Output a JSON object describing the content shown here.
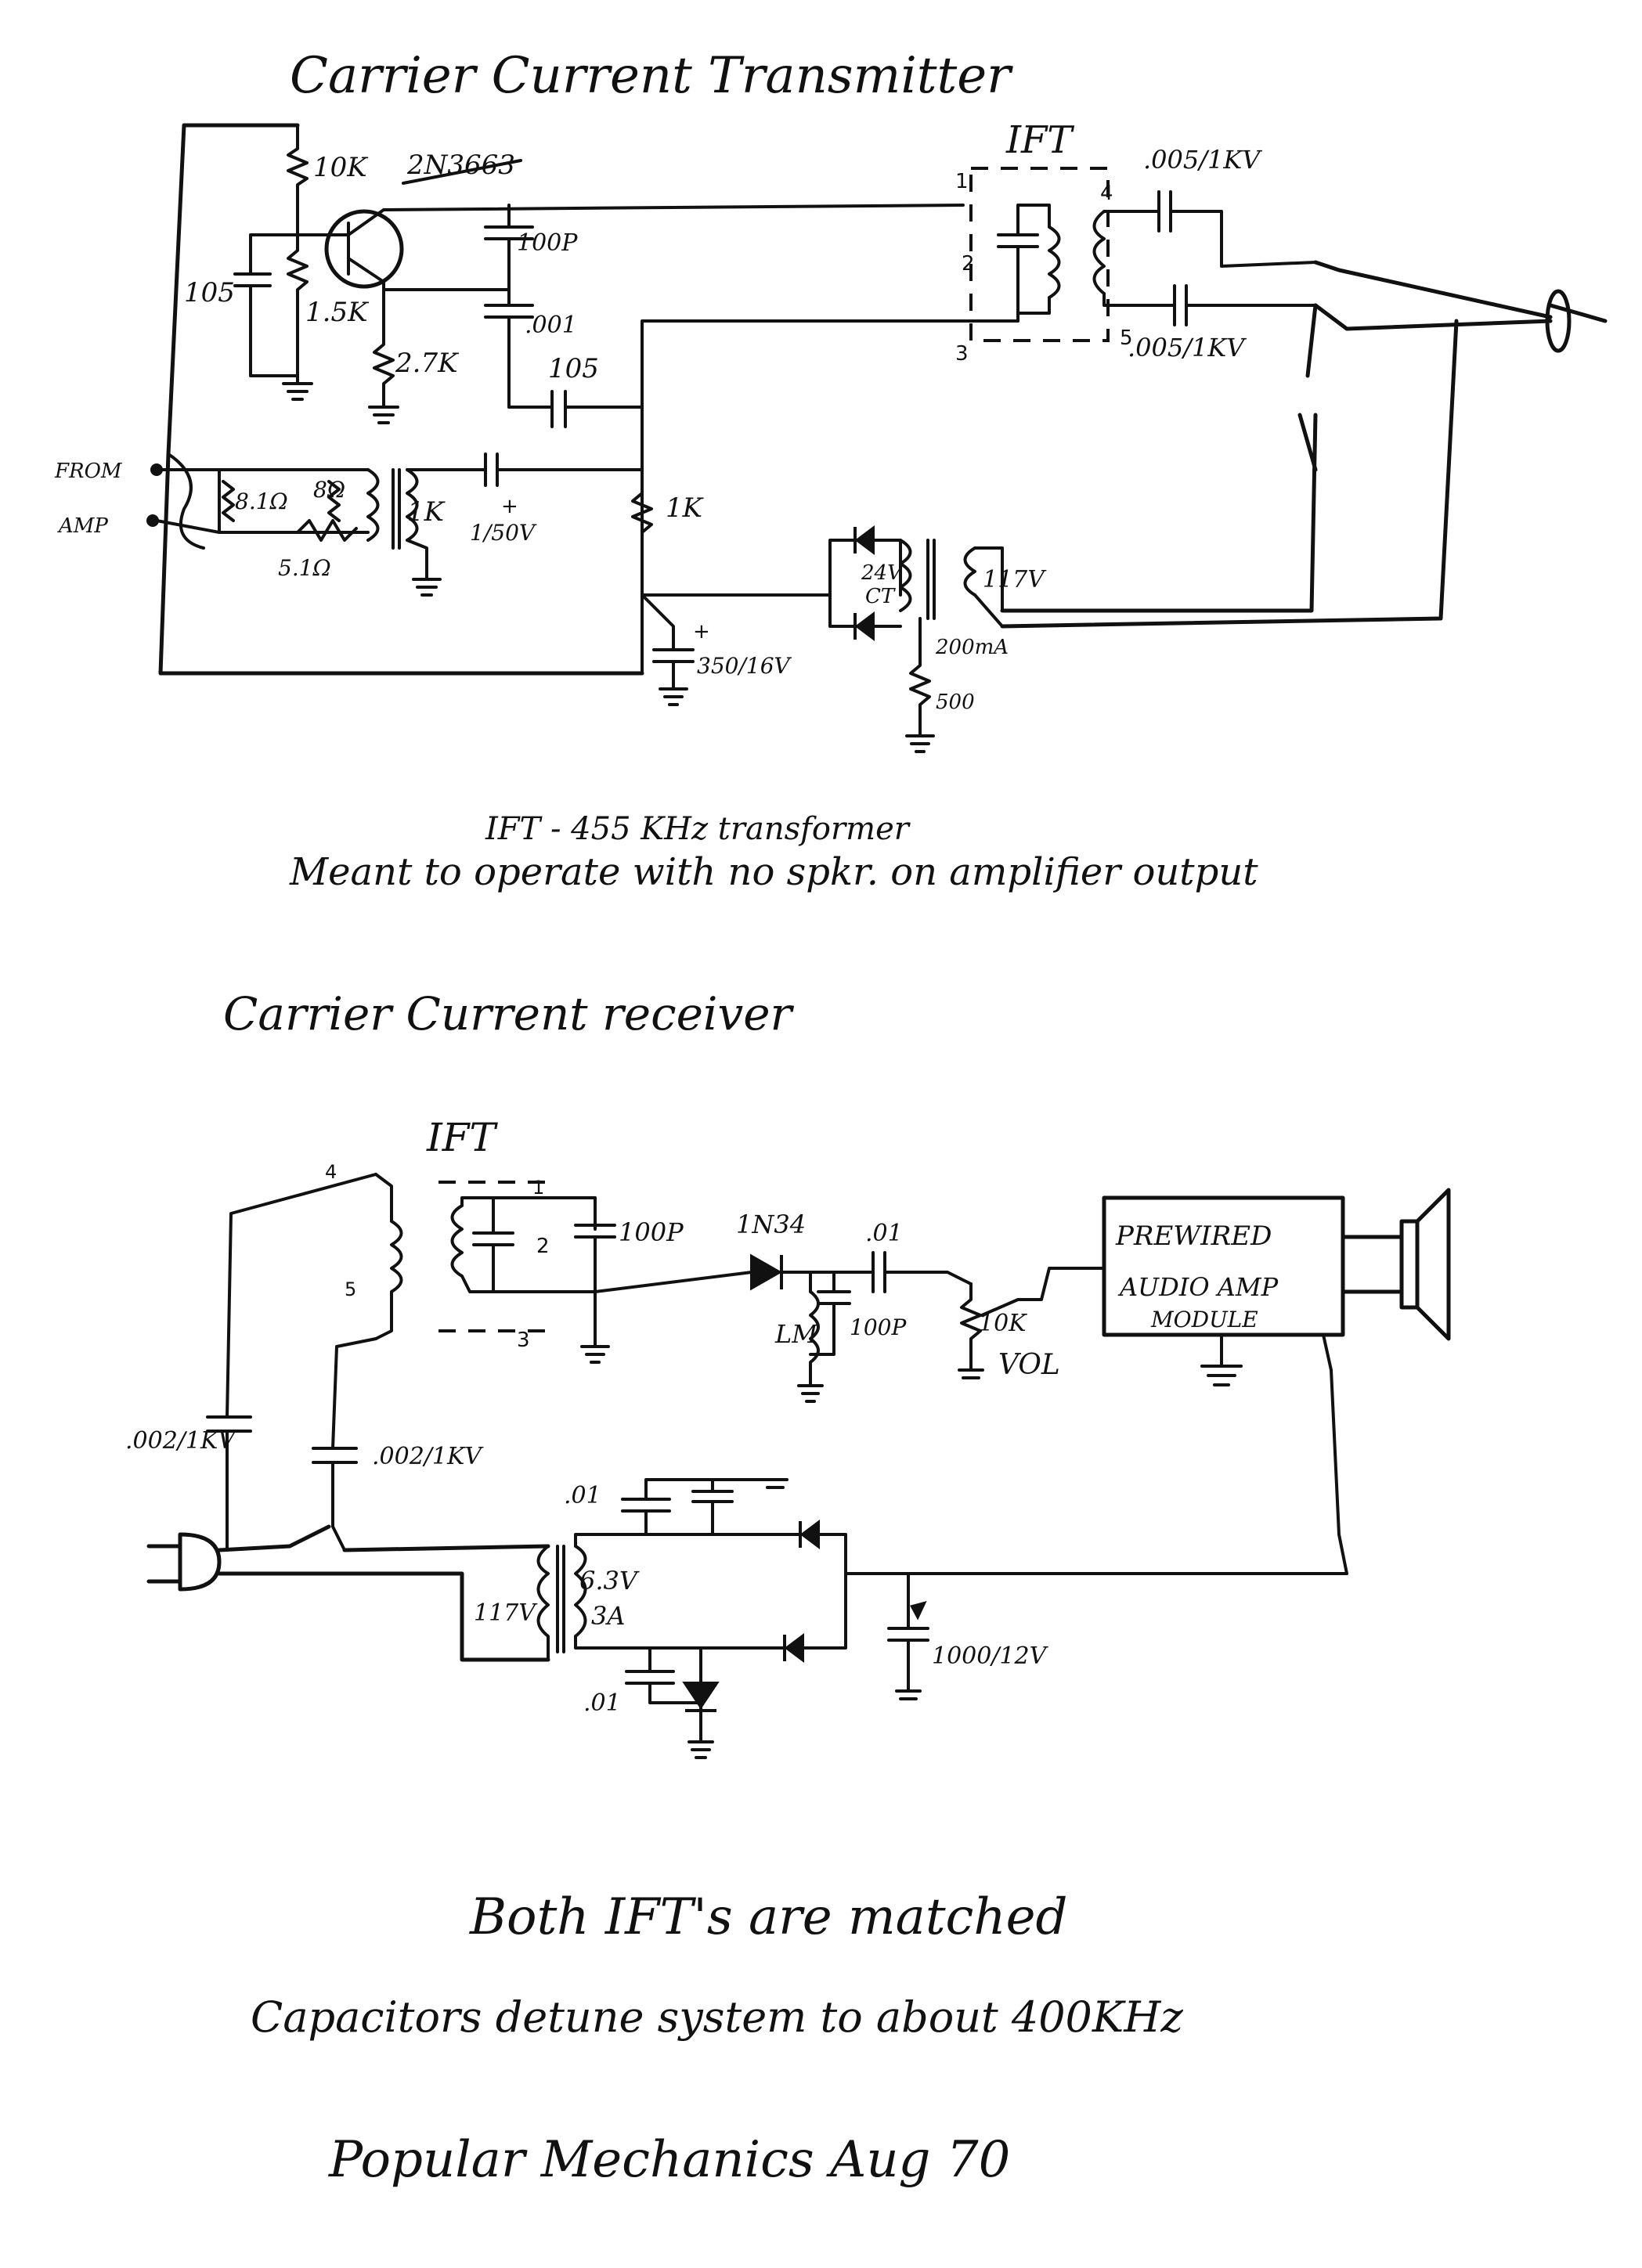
{
  "transmitter": {
    "title": "Carrier Current Transmitter",
    "labels": {
      "r_10k": "10K",
      "transistor": "2N3663",
      "c_100p": "100P",
      "c_105": "105",
      "r_1_5k": "1.5K",
      "r_2_7k": "2.7K",
      "c_001": ".001",
      "c_105b": "105",
      "ift": "IFT",
      "pin1": "1",
      "pin2": "2",
      "pin3": "3",
      "pin4": "4",
      "pin5": "5",
      "c_005_top": ".005/1KV",
      "c_005_bot": ".005/1KV",
      "from": "FROM",
      "amp": "AMP",
      "r_8a": "8.1Ω",
      "r_8b": "8Ω",
      "r_5": "5.1Ω",
      "t_1k": "1K",
      "c_1_50": "1/50V",
      "r_1k": "1K",
      "v_24": "24V",
      "ct": "CT",
      "v_117": "117V",
      "ma_200": "200mA",
      "r_500": "500",
      "c_350": "350/16V",
      "plus1": "+",
      "plus2": "+"
    },
    "note1": "IFT - 455 KHz transformer",
    "note2": "Meant to operate with no spkr. on amplifier output"
  },
  "receiver": {
    "title": "Carrier Current receiver",
    "labels": {
      "ift": "IFT",
      "pin4": "4",
      "pin5": "5",
      "pin1": "1",
      "pin2": "2",
      "pin3": "3",
      "c_100p": "100P",
      "diode": "1N34",
      "c_01_top": ".01",
      "lm": "LM",
      "c_100p_b": "100P",
      "pot": "10K",
      "vol": "VOL",
      "amp_line1": "PREWIRED",
      "amp_line2": "AUDIO AMP",
      "amp_line3": "MODULE",
      "c_002_a": ".002/1KV",
      "c_002_b": ".002/1KV",
      "c_01_a": ".01",
      "c_01_b": ".01",
      "v_117": "117V",
      "v_63": "6.3V",
      "a_3": "3A",
      "c_1000": "1000/12V"
    }
  },
  "notes": {
    "n1": "Both IFT's are matched",
    "n2": "Capacitors detune system to about 400KHz",
    "n3": "Popular Mechanics Aug 70"
  }
}
